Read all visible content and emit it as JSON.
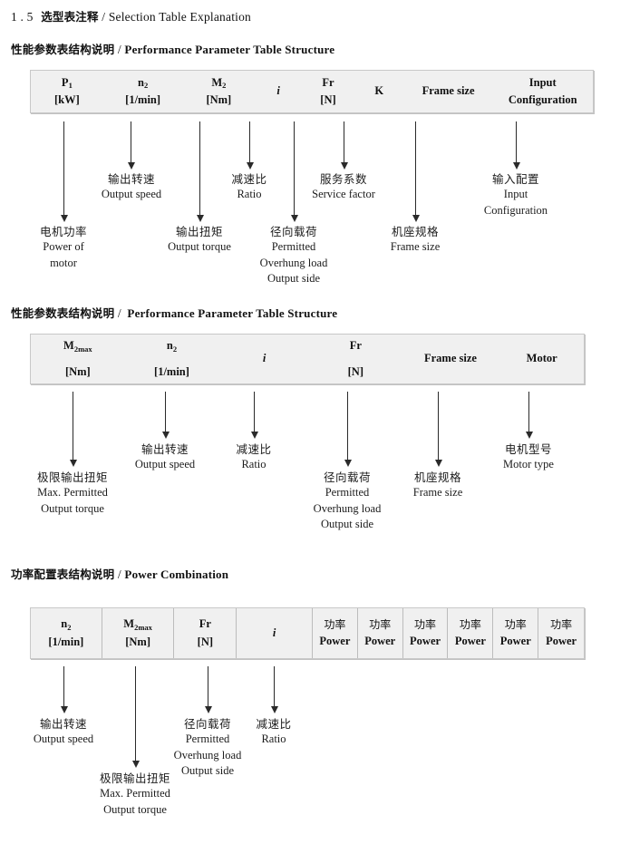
{
  "document": {
    "section_number": "1 . 5",
    "title_cn": "选型表注释",
    "separator": "/",
    "title_en": "Selection Table Explanation"
  },
  "sections": [
    {
      "heading": {
        "cn": "性能参数表结构说明",
        "sep": "/",
        "en": "Performance Parameter Table Structure"
      },
      "table": {
        "columns": [
          {
            "line1": "P",
            "sub1": "1",
            "line2": "[kW]"
          },
          {
            "line1": "n",
            "sub1": "2",
            "line2": "[1/min]"
          },
          {
            "line1": "M",
            "sub1": "2",
            "line2": "[Nm]"
          },
          {
            "line1": "i",
            "sub1": "",
            "line2": ""
          },
          {
            "line1": "Fr",
            "sub1": "",
            "line2": "[N]"
          },
          {
            "line1": "K",
            "sub1": "",
            "line2": ""
          },
          {
            "line1": "Frame size",
            "sub1": "",
            "line2": ""
          },
          {
            "line1": "Input",
            "sub1": "",
            "line2": "Configuration"
          }
        ]
      },
      "notes": [
        {
          "cn": "电机功率",
          "en": [
            "Power of",
            "motor"
          ]
        },
        {
          "cn": "输出转速",
          "en": [
            "Output speed"
          ]
        },
        {
          "cn": "输出扭矩",
          "en": [
            "Output torque"
          ]
        },
        {
          "cn": "减速比",
          "en": [
            "Ratio"
          ]
        },
        {
          "cn": "径向载荷",
          "en": [
            "Permitted",
            "Overhung load",
            "Output side"
          ]
        },
        {
          "cn": "服务系数",
          "en": [
            "Service factor"
          ]
        },
        {
          "cn": "机座规格",
          "en": [
            "Frame size"
          ]
        },
        {
          "cn": "输入配置",
          "en": [
            "Input",
            "Configuration"
          ]
        }
      ]
    },
    {
      "heading": {
        "cn": "性能参数表结构说明",
        "sep": "/",
        "en": "Performance Parameter Table Structure"
      },
      "table": {
        "columns": [
          {
            "line1": "M",
            "sub1": "2max",
            "line2": "[Nm]"
          },
          {
            "line1": "n",
            "sub1": "2",
            "line2": "[1/min]"
          },
          {
            "line1": "i",
            "sub1": "",
            "line2": ""
          },
          {
            "line1": "Fr",
            "sub1": "",
            "line2": "[N]"
          },
          {
            "line1": "Frame size",
            "sub1": "",
            "line2": ""
          },
          {
            "line1": "Motor",
            "sub1": "",
            "line2": ""
          }
        ]
      },
      "notes": [
        {
          "cn": "极限输出扭矩",
          "en": [
            "Max. Permitted",
            "Output  torque"
          ]
        },
        {
          "cn": "输出转速",
          "en": [
            "Output speed"
          ]
        },
        {
          "cn": "减速比",
          "en": [
            "Ratio"
          ]
        },
        {
          "cn": "径向载荷",
          "en": [
            "Permitted",
            "Overhung load",
            "Output side"
          ]
        },
        {
          "cn": "机座规格",
          "en": [
            "Frame size"
          ]
        },
        {
          "cn": "电机型号",
          "en": [
            "Motor type"
          ]
        }
      ]
    },
    {
      "heading": {
        "cn": "功率配置表结构说明",
        "sep": "/",
        "en": "Power Combination"
      },
      "table": {
        "columns": [
          {
            "line1": "n",
            "sub1": "2",
            "line2": "[1/min]"
          },
          {
            "line1": "M",
            "sub1": "2max",
            "line2": "[Nm]"
          },
          {
            "line1": "Fr",
            "sub1": "",
            "line2": "[N]"
          },
          {
            "line1": "i",
            "sub1": "",
            "line2": ""
          },
          {
            "line1": "功率",
            "sub1": "",
            "line2": "Power"
          },
          {
            "line1": "功率",
            "sub1": "",
            "line2": "Power"
          },
          {
            "line1": "功率",
            "sub1": "",
            "line2": "Power"
          },
          {
            "line1": "功率",
            "sub1": "",
            "line2": "Power"
          },
          {
            "line1": "功率",
            "sub1": "",
            "line2": "Power"
          },
          {
            "line1": "功率",
            "sub1": "",
            "line2": "Power"
          }
        ]
      },
      "notes": [
        {
          "cn": "输出转速",
          "en": [
            "Output speed"
          ]
        },
        {
          "cn": "极限输出扭矩",
          "en": [
            "Max. Permitted",
            "Output  torque"
          ]
        },
        {
          "cn": "径向载荷",
          "en": [
            "Permitted",
            "Overhung load",
            "Output side"
          ]
        },
        {
          "cn": "减速比",
          "en": [
            "Ratio"
          ]
        }
      ]
    }
  ]
}
